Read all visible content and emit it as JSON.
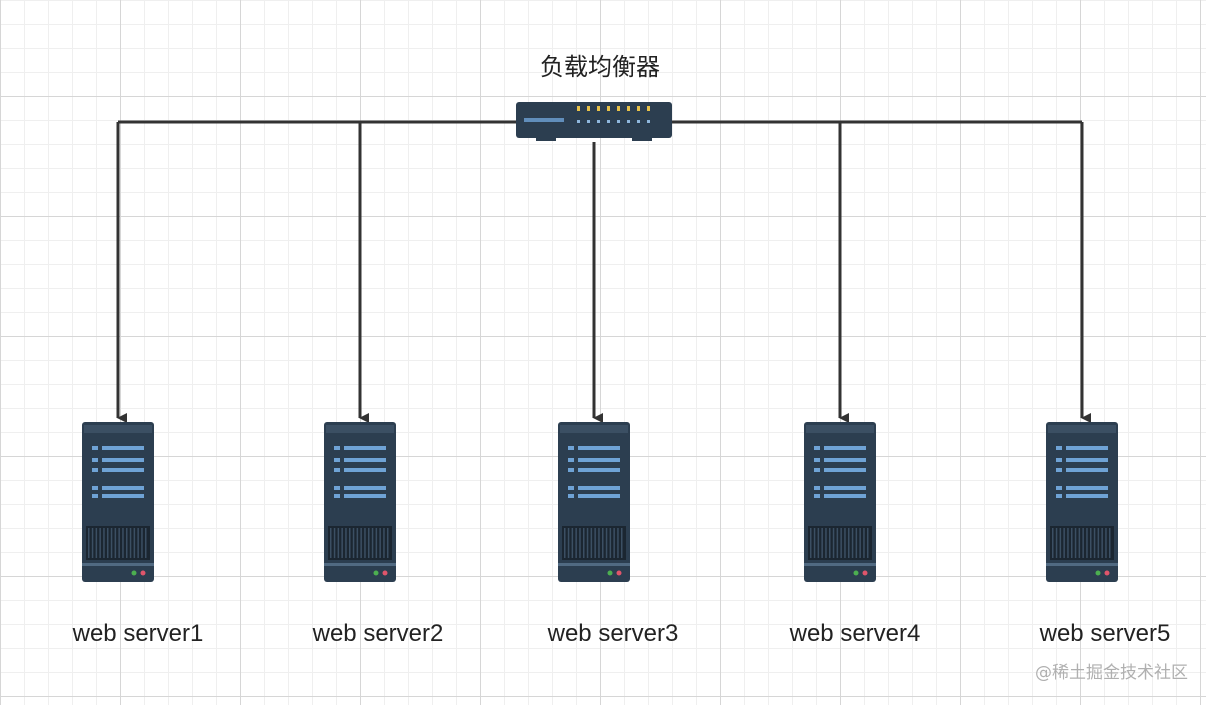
{
  "diagram": {
    "load_balancer": {
      "label": "负载均衡器",
      "icon": "network-switch-icon"
    },
    "servers": [
      {
        "label": "web server1",
        "icon": "server-rack-icon"
      },
      {
        "label": "web server2",
        "icon": "server-rack-icon"
      },
      {
        "label": "web server3",
        "icon": "server-rack-icon"
      },
      {
        "label": "web server4",
        "icon": "server-rack-icon"
      },
      {
        "label": "web server5",
        "icon": "server-rack-icon"
      }
    ],
    "connector_color": "#333333",
    "device_color": "#2c3e50",
    "device_accent": "#6fa3d6"
  },
  "watermark": "@稀土掘金技术社区"
}
